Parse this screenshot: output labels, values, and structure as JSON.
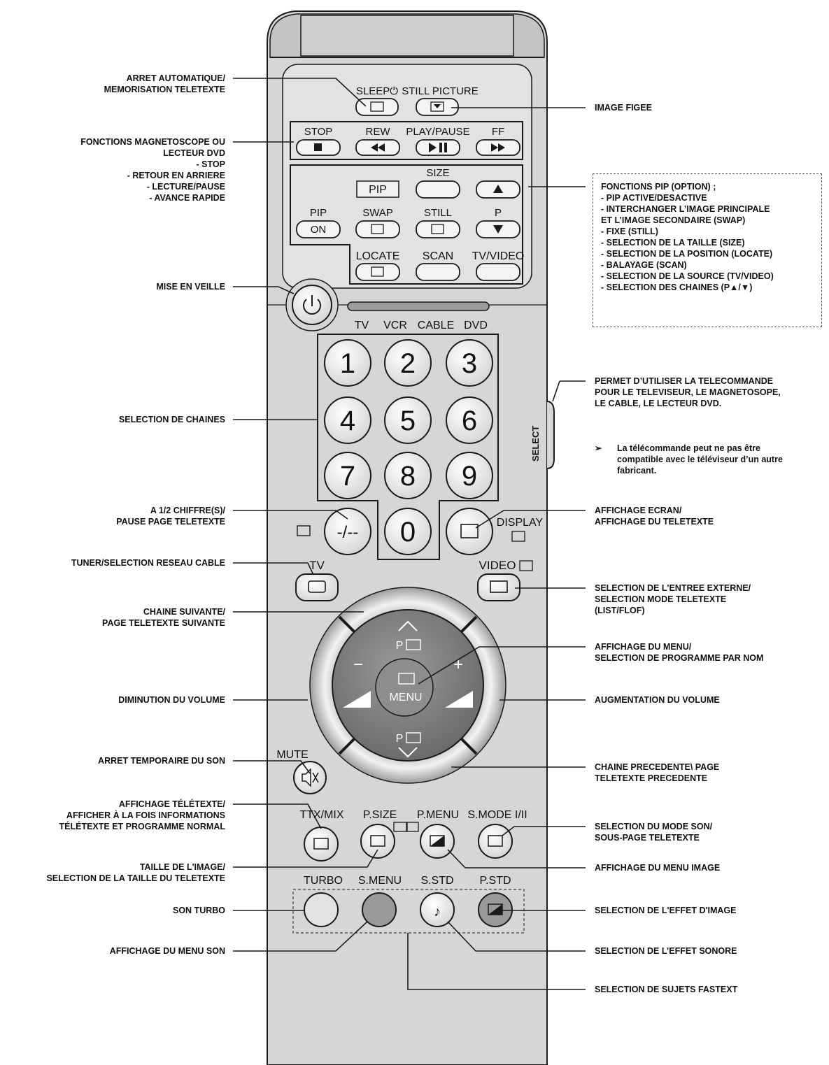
{
  "remote": {
    "sleep_label": "SLEEP⏻",
    "still_picture_label": "STILL PICTURE",
    "stop_label": "STOP",
    "rew_label": "REW",
    "play_pause_label": "PLAY/PAUSE",
    "ff_label": "FF",
    "size_label": "SIZE",
    "pip_label": "PIP",
    "pip_top_label": "PIP",
    "pip_on_label": "ON",
    "swap_label": "SWAP",
    "still_label": "STILL",
    "p_label": "P",
    "locate_label": "LOCATE",
    "scan_label": "SCAN",
    "tv_video_label": "TV/VIDEO",
    "mode_labels": [
      "TV",
      "VCR",
      "CABLE",
      "DVD"
    ],
    "digits": [
      "1",
      "2",
      "3",
      "4",
      "5",
      "6",
      "7",
      "8",
      "9"
    ],
    "zero": "0",
    "dash_label": "-/--",
    "display_label": "DISPLAY",
    "tv_label": "TV",
    "video_label": "VIDEO",
    "menu_label": "MENU",
    "minus_label": "−",
    "plus_label": "+",
    "p_up_label": "P",
    "p_down_label": "P",
    "mute_label": "MUTE",
    "ttx_mix_label": "TTX/MIX",
    "p_size_label": "P.SIZE",
    "p_menu_label": "P.MENU",
    "s_mode_label": "S.MODE  I/II",
    "turbo_label": "TURBO",
    "s_menu_label": "S.MENU",
    "s_std_label": "S.STD",
    "p_std_label": "P.STD",
    "select_label": "SELECT"
  },
  "callouts_left": [
    "ARRET AUTOMATIQUE/\nMEMORISATION TELETEXTE",
    "FONCTIONS MAGNETOSCOPE OU\nLECTEUR DVD\n- STOP\n- RETOUR EN ARRIERE\n- LECTURE/PAUSE\n- AVANCE RAPIDE",
    "MISE EN VEILLE",
    "SELECTION DE CHAINES",
    "A 1/2 CHIFFRE(S)/\nPAUSE PAGE TELETEXTE",
    "TUNER/SELECTION RESEAU CABLE",
    "CHAINE SUIVANTE/\nPAGE TELETEXTE SUIVANTE",
    "DIMINUTION DU VOLUME",
    "ARRET TEMPORAIRE DU SON",
    "AFFICHAGE TÉLÉTEXTE/\nAFFICHER À LA FOIS INFORMATIONS\nTÉLÉTEXTE ET PROGRAMME NORMAL",
    "TAILLE DE L'IMAGE/\nSELECTION DE LA TAILLE DU TELETEXTE",
    "SON TURBO",
    "AFFICHAGE DU MENU SON"
  ],
  "callouts_right": [
    "IMAGE FIGEE",
    "FONCTIONS PIP (OPTION) ;\n- PIP ACTIVE/DESACTIVE\n- INTERCHANGER L’IMAGE PRINCIPALE\n  ET L’IMAGE SECONDAIRE (SWAP)\n- FIXE (STILL)\n- SELECTION DE LA TAILLE (SIZE)\n- SELECTION DE LA POSITION (LOCATE)\n- BALAYAGE (SCAN)\n- SELECTION DE LA SOURCE (TV/VIDEO)\n- SELECTION DES CHAINES (P▲/▼)",
    "PERMET D’UTILISER LA TELECOMMANDE\nPOUR LE TELEVISEUR, LE MAGNETOSOPE,\nLE CABLE, LE LECTEUR DVD.",
    "AFFICHAGE ECRAN/\nAFFICHAGE DU TELETEXTE",
    "SELECTION DE L'ENTREE EXTERNE/\nSELECTION MODE TELETEXTE\n(LIST/FLOF)",
    "AFFICHAGE DU MENU/\nSELECTION DE PROGRAMME PAR NOM",
    "AUGMENTATION DU VOLUME",
    "CHAINE PRECEDENTE\\ PAGE\nTELETEXTE PRECEDENTE",
    "SELECTION DU MODE SON/\nSOUS-PAGE TELETEXTE",
    "AFFICHAGE DU MENU IMAGE",
    "SELECTION DE L'EFFET D'IMAGE",
    "SELECTION DE L’EFFET SONORE",
    "SELECTION DE SUJETS FASTEXT"
  ],
  "note": {
    "arrow": "➢",
    "text": "La télécommande peut ne pas être\ncompatible avec le téléviseur d’un autre\nfabricant."
  },
  "colors": {
    "body": "#d9d9d9",
    "panel": "#e4e4e4",
    "outline": "#1a1a1a",
    "button": "#f2f2f2",
    "dark_button": "#9a9a9a"
  }
}
